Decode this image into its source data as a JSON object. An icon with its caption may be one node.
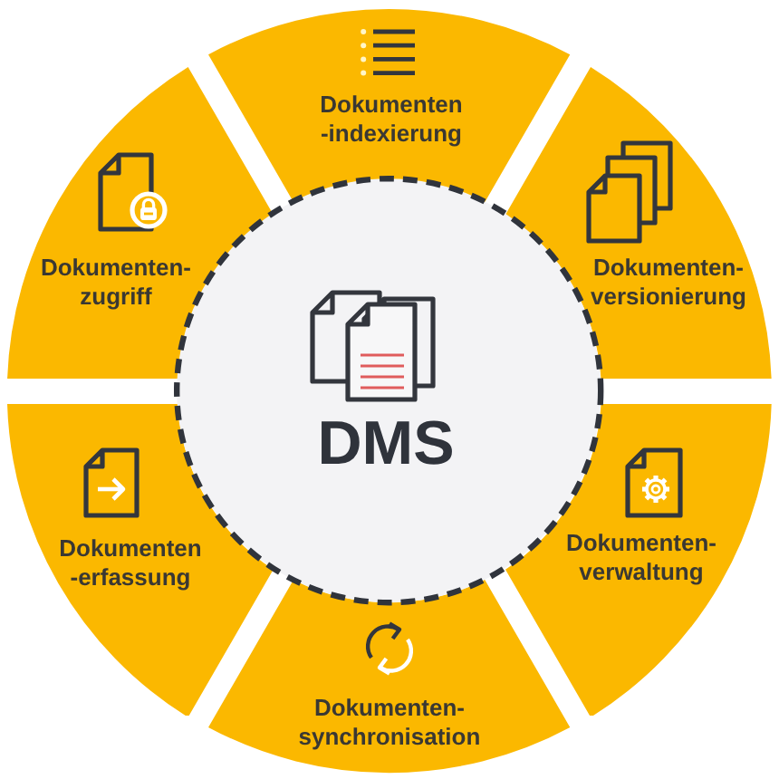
{
  "diagram": {
    "nodes": [
      {
        "text": [
          "DMS"
        ]
      },
      {
        "text": [
          "Dokumenten -indexierung"
        ]
      },
      {
        "text": [
          "Dokumenten- versionierung"
        ]
      },
      {
        "text": [
          "Dokumenten- verwaltung"
        ]
      },
      {
        "text": [
          "Dokumenten- synchronisation"
        ]
      },
      {
        "text": [
          "Dokumenten -erfassung"
        ]
      },
      {
        "text": [
          "Dokumenten- zugriff"
        ]
      }
    ]
  }
}
